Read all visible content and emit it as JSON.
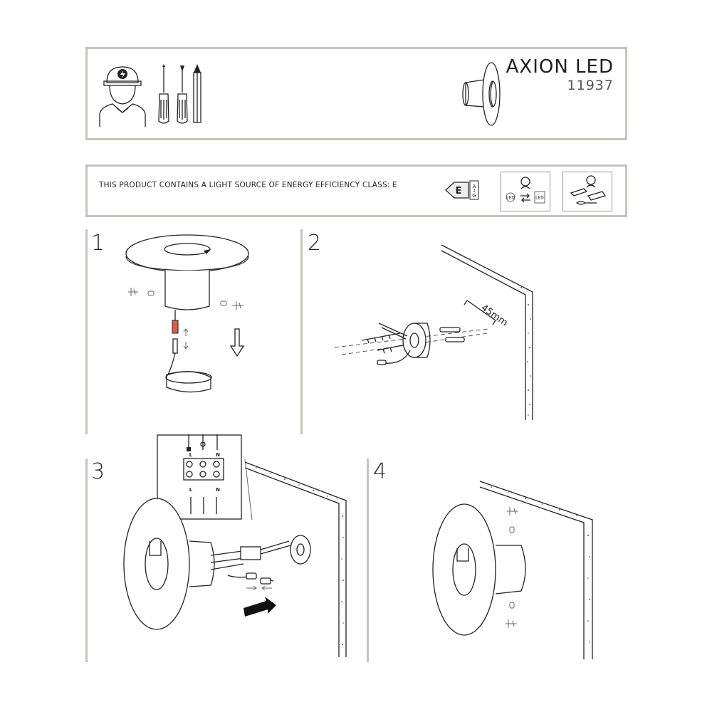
{
  "header": {
    "title": "AXION LED",
    "code": "11937"
  },
  "energy": {
    "text": "THIS PRODUCT CONTAINS A LIGHT SOURCE OF ENERGY EFFICIENCY CLASS: E",
    "class_letter": "E",
    "scale_top": "A",
    "scale_bottom": "G",
    "led_label": "LED"
  },
  "steps": [
    "1",
    "2",
    "3",
    "4"
  ],
  "step2": {
    "measurement": "45mm"
  },
  "step3": {
    "terminal_top": [
      "L",
      "N"
    ],
    "terminal_bottom": [
      "L",
      "N"
    ]
  }
}
